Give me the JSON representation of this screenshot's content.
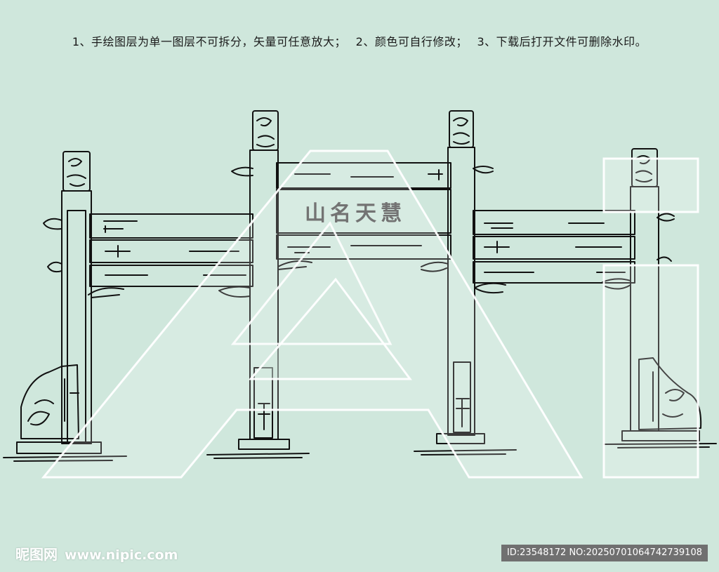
{
  "instructions": {
    "item1": "1、手绘图层为单一图层不可拆分，矢量可任意放大；",
    "item2": "2、颜色可自行修改；",
    "item3": "3、下载后打开文件可删除水印。"
  },
  "plaque": {
    "text": "山名天慧"
  },
  "watermark": {
    "letters": "Ai"
  },
  "footer": {
    "logo_text": "昵图网",
    "site": "www.nipic.com",
    "id_text": "ID:23548172 NO:20250701064742739108"
  },
  "colors": {
    "background": "#cfe7dc",
    "line": "#111111",
    "watermark": "#ffffff"
  }
}
